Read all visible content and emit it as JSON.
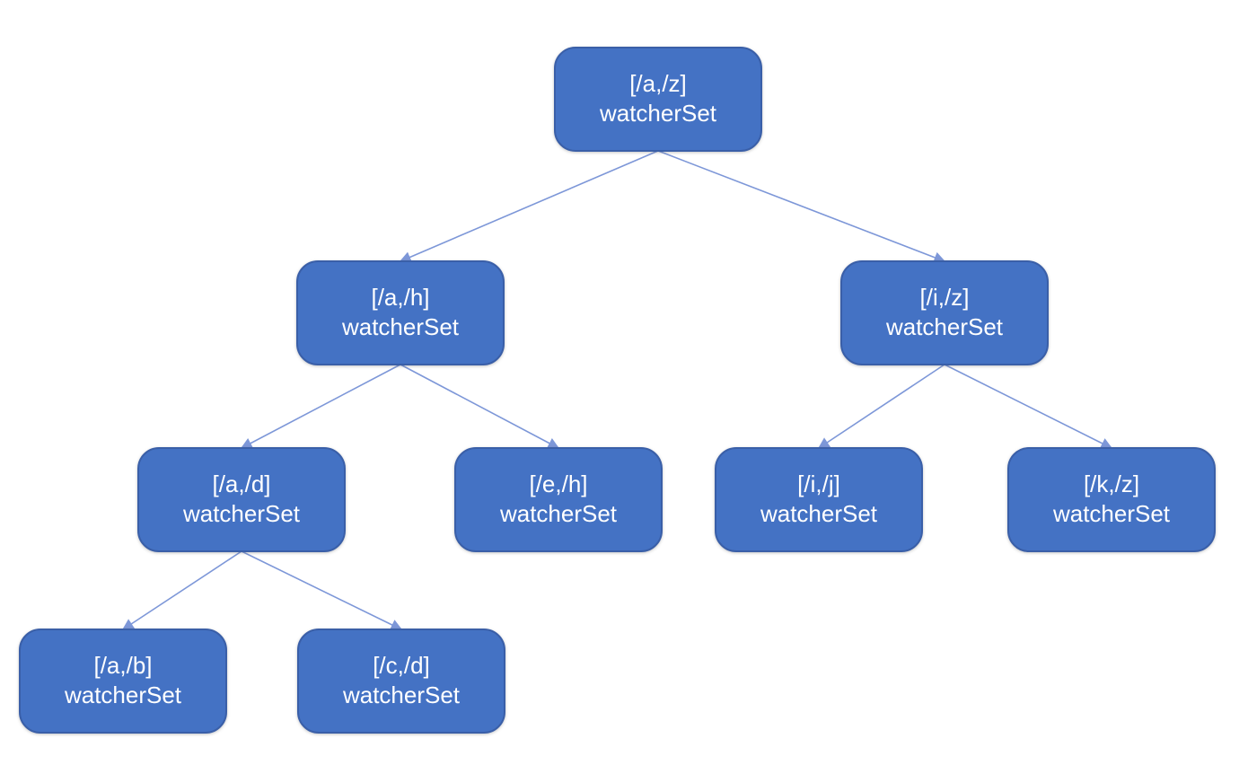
{
  "diagram": {
    "type": "tree"
  },
  "colors": {
    "node_fill": "#4472C4",
    "node_border": "#3A5FA8",
    "node_text": "#FFFFFF",
    "connector": "#7D97D8",
    "background": "#FFFFFF"
  },
  "nodes": [
    {
      "id": "a-z",
      "range": "[/a,/z]",
      "label": "watcherSet"
    },
    {
      "id": "a-h",
      "range": "[/a,/h]",
      "label": "watcherSet"
    },
    {
      "id": "i-z",
      "range": "[/i,/z]",
      "label": "watcherSet"
    },
    {
      "id": "a-d",
      "range": "[/a,/d]",
      "label": "watcherSet"
    },
    {
      "id": "e-h",
      "range": "[/e,/h]",
      "label": "watcherSet"
    },
    {
      "id": "i-j",
      "range": "[/i,/j]",
      "label": "watcherSet"
    },
    {
      "id": "k-z",
      "range": "[/k,/z]",
      "label": "watcherSet"
    },
    {
      "id": "a-b",
      "range": "[/a,/b]",
      "label": "watcherSet"
    },
    {
      "id": "c-d",
      "range": "[/c,/d]",
      "label": "watcherSet"
    }
  ],
  "edges": [
    {
      "from": "a-z",
      "to": "a-h"
    },
    {
      "from": "a-z",
      "to": "i-z"
    },
    {
      "from": "a-h",
      "to": "a-d"
    },
    {
      "from": "a-h",
      "to": "e-h"
    },
    {
      "from": "i-z",
      "to": "i-j"
    },
    {
      "from": "i-z",
      "to": "k-z"
    },
    {
      "from": "a-d",
      "to": "a-b"
    },
    {
      "from": "a-d",
      "to": "c-d"
    }
  ]
}
